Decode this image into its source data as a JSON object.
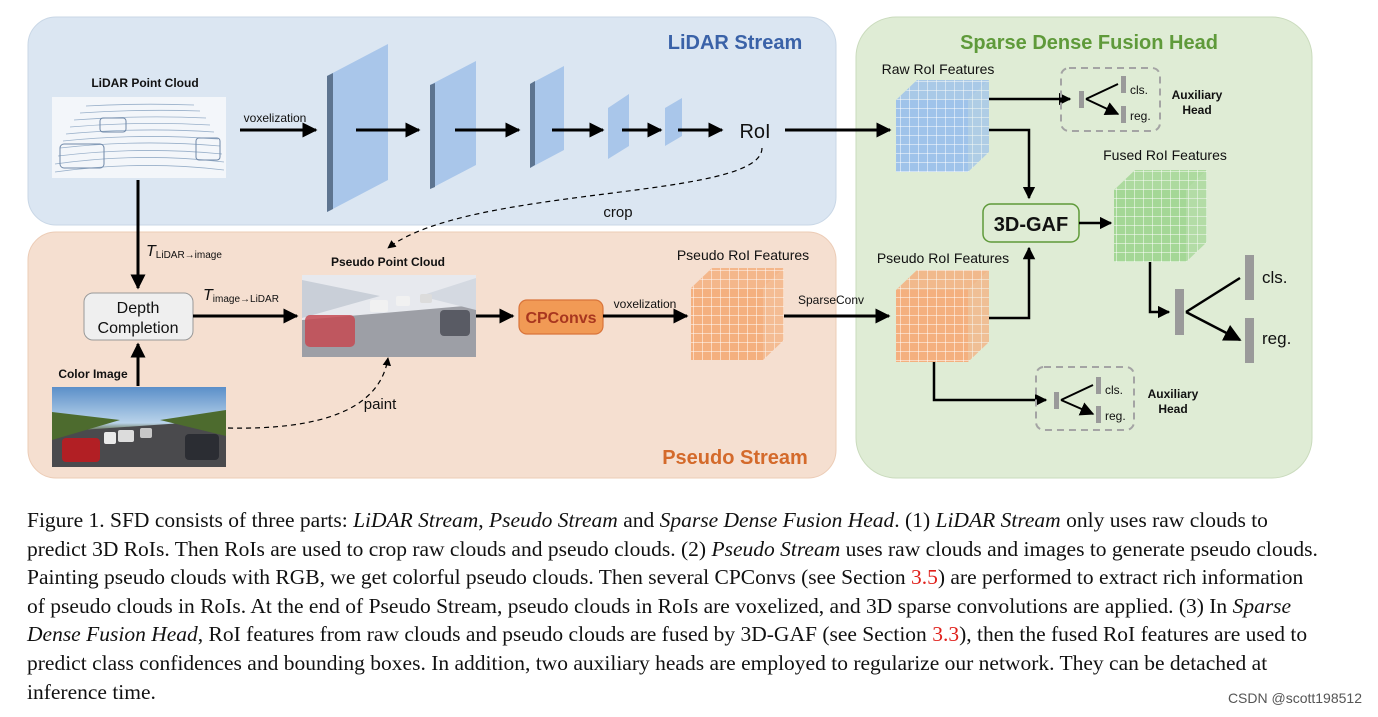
{
  "streams": {
    "lidar_title": "LiDAR Stream",
    "pseudo_title": "Pseudo Stream",
    "fusion_title": "Sparse Dense Fusion Head"
  },
  "lidar": {
    "point_cloud_label": "LiDAR Point Cloud",
    "voxelization_label": "voxelization",
    "roi_label": "RoI",
    "crop_label": "crop",
    "transform_label": "T",
    "transform_sub": "LiDAR→image"
  },
  "pseudo": {
    "pseudo_cloud_label": "Pseudo Point Cloud",
    "depth_completion_line1": "Depth",
    "depth_completion_line2": "Completion",
    "color_image_label": "Color Image",
    "paint_label": "paint",
    "transform_label": "T",
    "transform_sub": "image→LiDAR",
    "cpconvs_label": "CPConvs",
    "voxelization_label": "voxelization",
    "pseudo_roi_features_label": "Pseudo RoI Features",
    "sparseconv_label": "SparseConv"
  },
  "fusion": {
    "raw_roi_label": "Raw RoI Features",
    "pseudo_roi_label": "Pseudo RoI Features",
    "fused_roi_label": "Fused RoI Features",
    "gaf_label": "3D-GAF",
    "cls_label": "cls.",
    "reg_label": "reg.",
    "aux_head_line1": "Auxiliary",
    "aux_head_line2": "Head"
  },
  "caption": {
    "s1": "Figure 1. SFD consists of three parts: ",
    "it1": "LiDAR Stream",
    "s2": ", ",
    "it2": "Pseudo Stream",
    "s3": " and ",
    "it3": "Sparse Dense Fusion Head",
    "s4": ".    (1) ",
    "it4": "LiDAR Stream",
    "s5": " only uses raw clouds to predict 3D RoIs. Then RoIs are used to crop raw clouds and pseudo clouds.    (2) ",
    "it5": "Pseudo Stream",
    "s6": " uses raw clouds and images to generate pseudo clouds. Painting pseudo clouds with RGB, we get colorful pseudo clouds. Then several CPConvs (see Section ",
    "ref1": "3.5",
    "s7": ") are performed to extract rich information of pseudo clouds in RoIs. At the end of Pseudo Stream, pseudo clouds in RoIs are voxelized, and 3D sparse convolutions are applied.    (3) In ",
    "it6": "Sparse Dense Fusion Head",
    "s8": ", RoI features from raw clouds and pseudo clouds are fused by 3D-GAF (see Section ",
    "ref2": "3.3",
    "s9": "), then the fused RoI features are used to predict class confidences and bounding boxes. In addition, two auxiliary heads are employed to regularize our network. They can be detached at inference time."
  },
  "watermark": "CSDN @scott198512",
  "colors": {
    "lidar_bg": "#dbe6f2",
    "pseudo_bg": "#f5dfd0",
    "fusion_bg": "#dfecd5",
    "lidar_title": "#3a62a8",
    "pseudo_title": "#d46a2b",
    "fusion_title": "#5f9a3a",
    "conv_blue": "#a9c6ea",
    "cube_blue": "#9fc3ea",
    "cube_orange": "#f4b07f",
    "cube_green": "#a4d796",
    "cpconvs": "#f19a55"
  }
}
